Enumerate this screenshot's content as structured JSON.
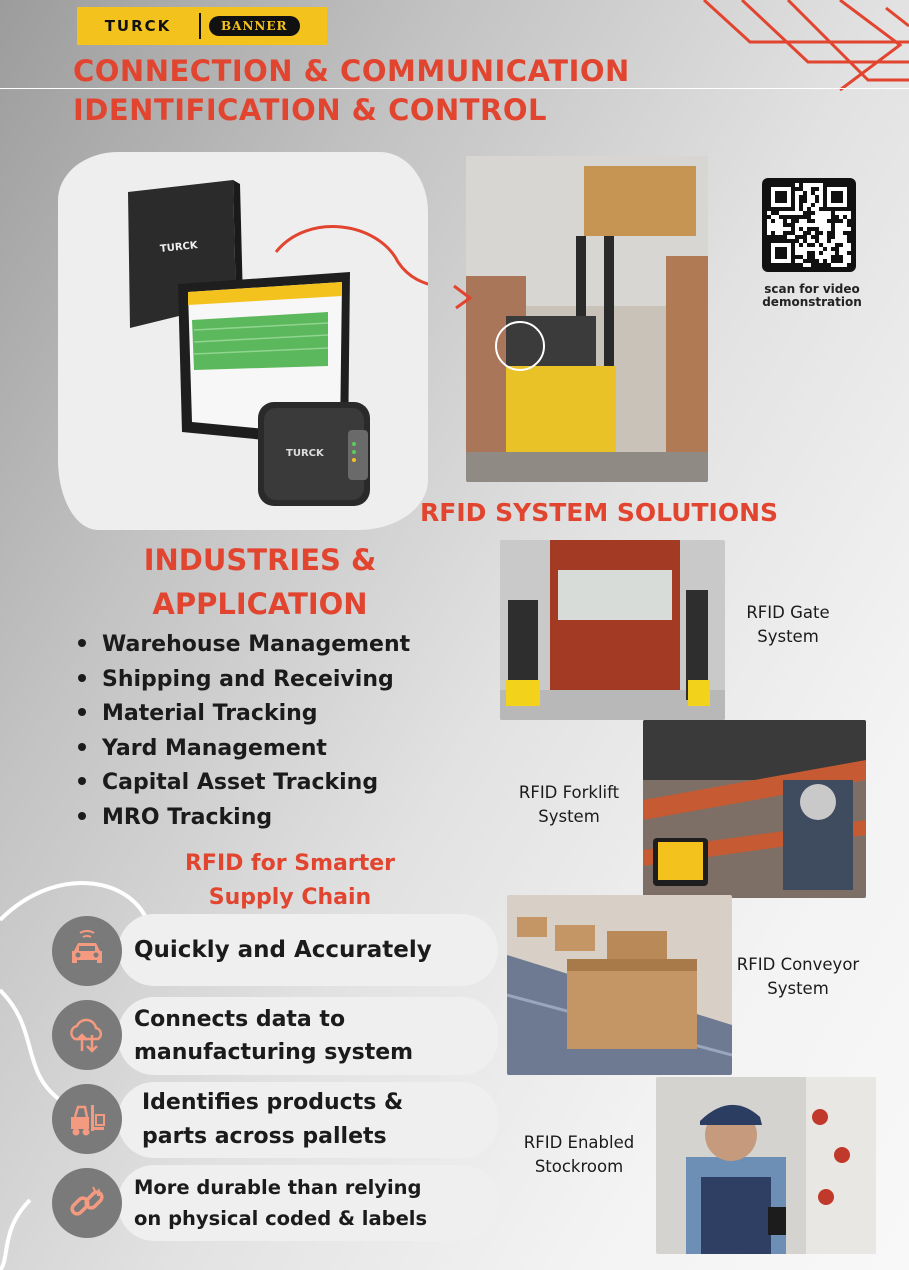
{
  "brand": {
    "turck": "TURCK",
    "banner": "BANNER"
  },
  "header": {
    "line1": "CONNECTION & COMMUNICATION",
    "line2": "IDENTIFICATION & CONTROL"
  },
  "qr": {
    "caption_line1": "scan for video",
    "caption_line2": "demonstration"
  },
  "system_solutions_title": "RFID SYSTEM SOLUTIONS",
  "industries": {
    "title_line1": "INDUSTRIES &",
    "title_line2": "APPLICATION",
    "items": [
      "Warehouse Management",
      "Shipping and Receiving",
      "Material Tracking",
      "Yard Management",
      "Capital Asset Tracking",
      "MRO Tracking"
    ]
  },
  "supply_chain": {
    "title_line1": "RFID for Smarter",
    "title_line2": "Supply Chain",
    "benefits": [
      {
        "icon": "car-signal-icon",
        "line1": "Quickly and Accurately",
        "line2": ""
      },
      {
        "icon": "cloud-transfer-icon",
        "line1": "Connects data to",
        "line2": "manufacturing system"
      },
      {
        "icon": "forklift-icon",
        "line1": "Identifies products &",
        "line2": "parts across pallets"
      },
      {
        "icon": "broken-link-icon",
        "line1": "More durable than relying",
        "line2": "on physical coded & labels"
      }
    ]
  },
  "systems": [
    {
      "line1": "RFID Gate",
      "line2": "System"
    },
    {
      "line1": "RFID Forklift",
      "line2": "System"
    },
    {
      "line1": "RFID Conveyor",
      "line2": "System"
    },
    {
      "line1": "RFID Enabled",
      "line2": "Stockroom"
    }
  ],
  "device_labels": {
    "antenna": "TURCK",
    "reader": "TURCK"
  },
  "colors": {
    "accent": "#e2452f",
    "brand_yellow": "#f4c21c",
    "pill": "#efefef",
    "icon_circle": "#7a7a7a"
  }
}
